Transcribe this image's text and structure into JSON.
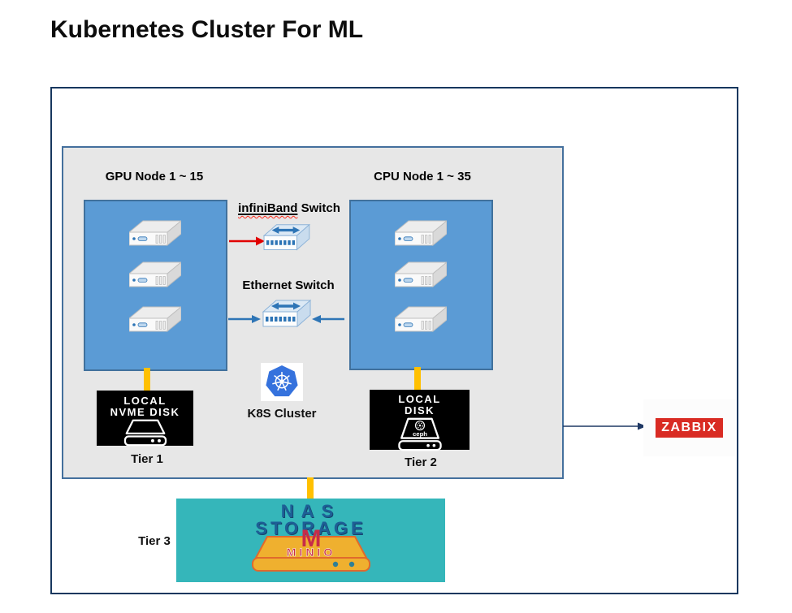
{
  "title": "Kubernetes Cluster For ML",
  "groups": {
    "gpu": {
      "label": "GPU Node 1 ~ 15"
    },
    "cpu": {
      "label": "CPU Node 1 ~ 35"
    }
  },
  "switches": {
    "infiniband": {
      "word": "infiniBand",
      "rest": " Switch"
    },
    "ethernet": {
      "label": "Ethernet Switch"
    }
  },
  "k8s": {
    "label": "K8S Cluster"
  },
  "storage": {
    "tier1": {
      "line1": "LOCAL",
      "line2": "NVME DISK",
      "label": "Tier 1"
    },
    "tier2": {
      "line1": "LOCAL",
      "line2": "DISK",
      "ceph_label": "ceph",
      "label": "Tier 2"
    },
    "tier3": {
      "label": "Tier 3",
      "nas_line1": "NAS",
      "nas_line2": "STORAGE",
      "minio_m": "M",
      "minio_label": "MINIO"
    }
  },
  "monitoring": {
    "label": "ZABBIX"
  },
  "colors": {
    "node_fill": "#5b9bd5",
    "node_border": "#41719c",
    "panel_fill": "#e7e7e7",
    "panel_border": "#44709d",
    "outer_border": "#17375e",
    "connector_orange": "#ffc000",
    "arrow_red": "#e10000",
    "arrow_blue": "#2e75b6",
    "arrow_navy": "#1f3864",
    "nas_teal": "#35b6ba",
    "nas_text_blue": "#1d5f96",
    "zabbix_red": "#d92b23",
    "minio_red": "#c72c49",
    "minio_yellow": "#efb02f",
    "kubernetes_blue": "#3572dd"
  }
}
